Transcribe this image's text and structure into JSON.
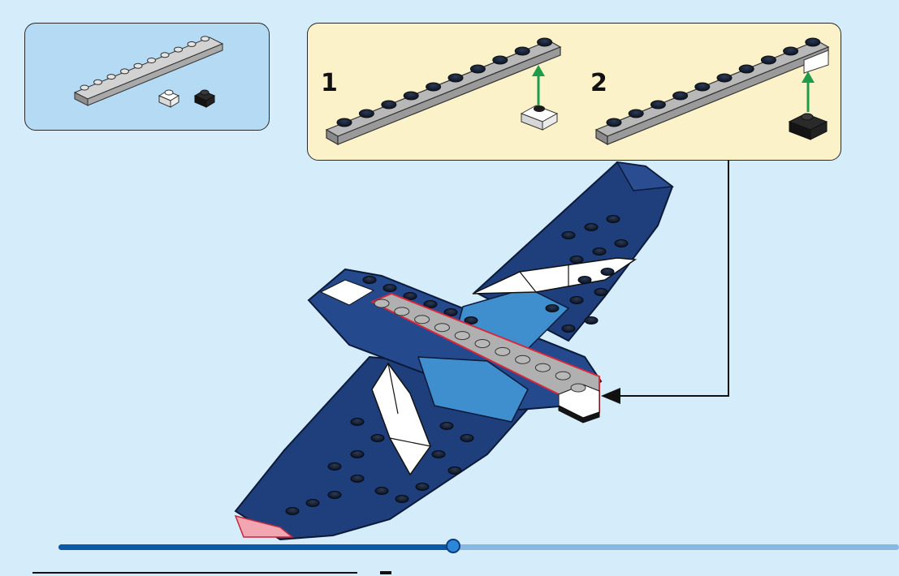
{
  "instructions": {
    "steps": [
      {
        "number": "1"
      },
      {
        "number": "2"
      }
    ],
    "parts": [
      {
        "name": "grey-plate-1x10"
      },
      {
        "name": "white-plate-1x1"
      },
      {
        "name": "black-plate-1x1"
      }
    ]
  },
  "colors": {
    "background": "#d5ecfa",
    "parts_panel": "#b5daf4",
    "steps_panel": "#fbf2c9",
    "dark_blue": "#1f3f7c",
    "medium_blue": "#3f8fcf",
    "grey_plate": "#9c9c9c",
    "highlight": "#d8283b",
    "arrow_green": "#1e9c4a",
    "progress_fill": "#0c5aa6",
    "progress_track": "#85b8e3"
  },
  "progress": {
    "fraction": 0.47
  }
}
